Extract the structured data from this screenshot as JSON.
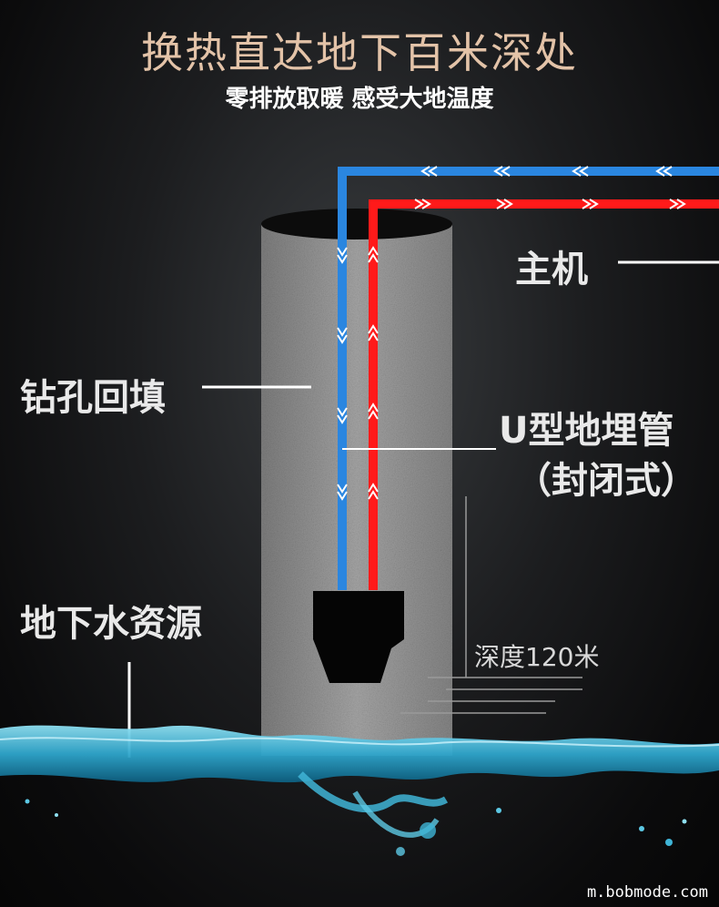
{
  "header": {
    "title": "换热直达地下百米深处",
    "subtitle": "零排放取暖  感受大地温度"
  },
  "labels": {
    "host_unit": "主机",
    "borehole_backfill": "钻孔回填",
    "u_pipe": "U型地埋管",
    "u_pipe_note": "（封闭式）",
    "groundwater": "地下水资源",
    "depth": "深度120米"
  },
  "watermark": "m.bobmode.com",
  "colors": {
    "title": "#e3c3a8",
    "return_pipe": "#2a86e0",
    "supply_pipe": "#ff1a1a",
    "water": "#3fb4d6"
  }
}
